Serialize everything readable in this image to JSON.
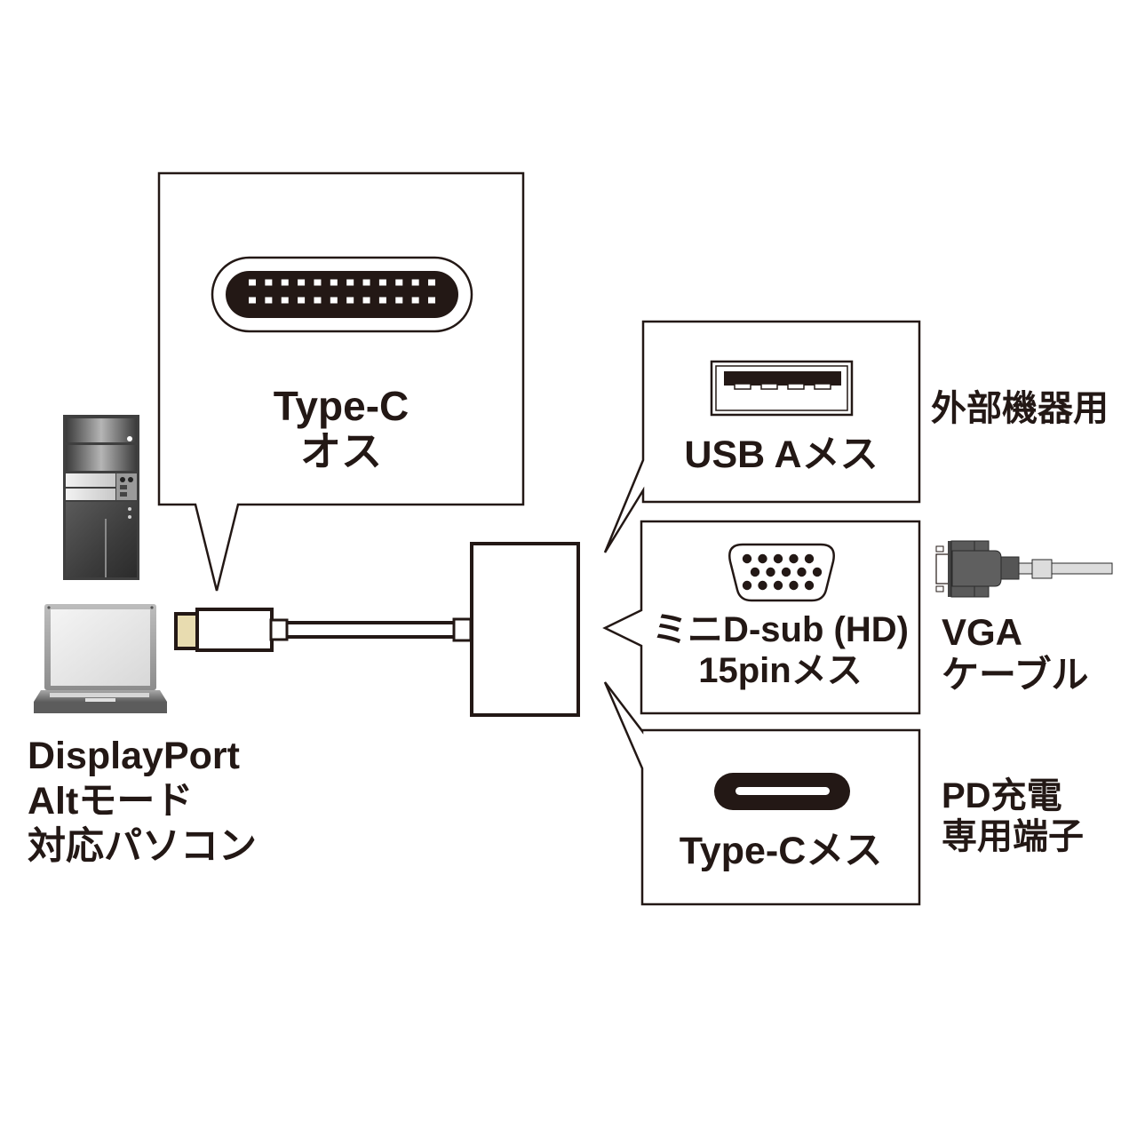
{
  "diagram": {
    "title": "USB Type-C multi-port adapter connection diagram",
    "colors": {
      "ink": "#231815",
      "connector_tip": "#e8dcb0",
      "device_gray": "#5a5a5a",
      "cable_gray": "#d9d9d9"
    },
    "host": {
      "icons": [
        "desktop-tower-icon",
        "laptop-icon"
      ],
      "label_lines": [
        "DisplayPort",
        "Altモード",
        "対応パソコン"
      ]
    },
    "plug_callout": {
      "icon": "usb-c-plug-icon",
      "pin_rows": 2,
      "pins_per_row": 12,
      "label_lines": [
        "Type-C",
        "オス"
      ]
    },
    "ports": [
      {
        "id": "usb-a",
        "icon": "usb-a-port-icon",
        "label": "USB Aメス",
        "side_label_lines": [
          "外部機器用"
        ]
      },
      {
        "id": "vga",
        "icon": "vga-port-icon",
        "pin_rows": [
          5,
          5,
          5
        ],
        "label_lines": [
          "ミニD-sub (HD)",
          "15pinメス"
        ],
        "side_icon": "vga-cable-icon",
        "side_label_lines": [
          "VGA",
          "ケーブル"
        ]
      },
      {
        "id": "usb-c",
        "icon": "usb-c-port-icon",
        "label": "Type-Cメス",
        "side_label_lines": [
          "PD充電",
          "専用端子"
        ]
      }
    ]
  }
}
